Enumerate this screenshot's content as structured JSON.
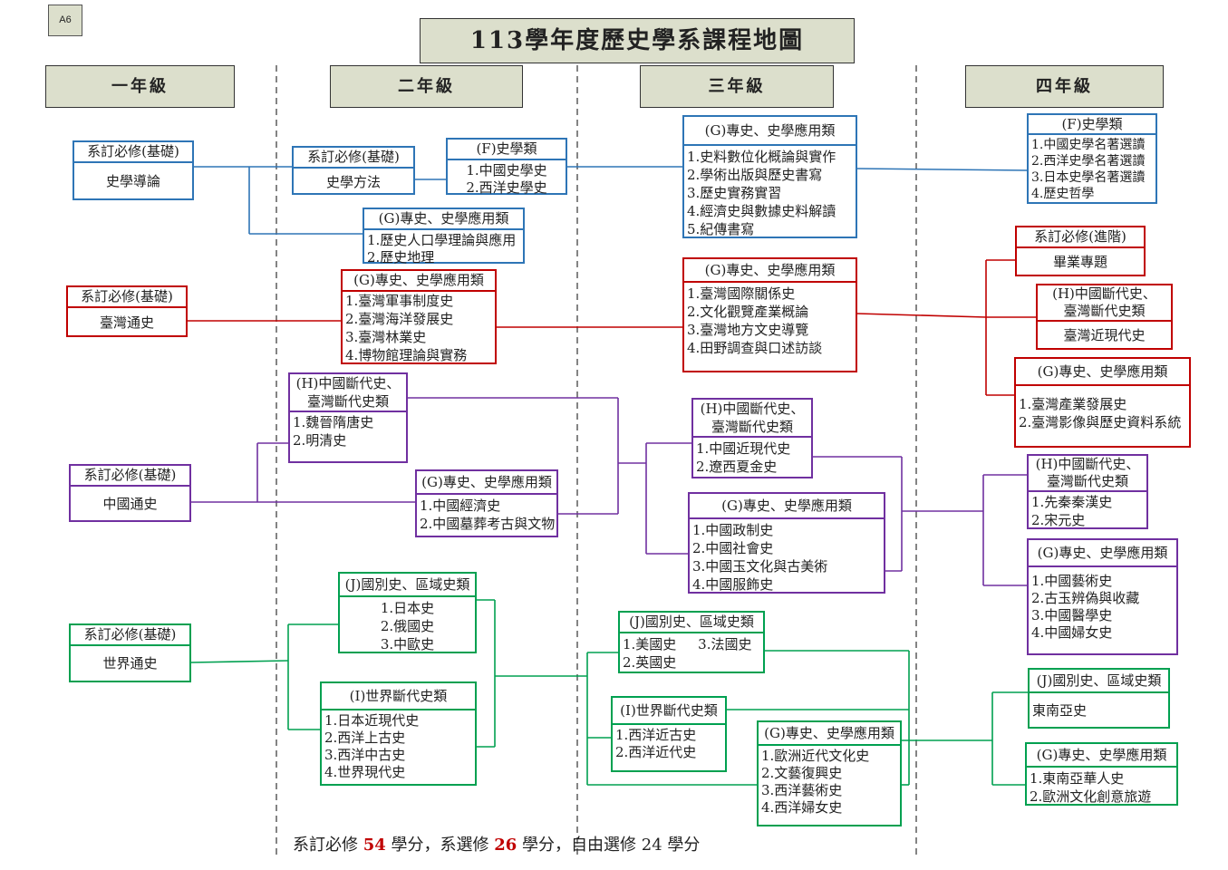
{
  "tag": "A6",
  "title": "113學年度歷史學系課程地圖",
  "years": [
    "一年級",
    "二年級",
    "三年級",
    "四年級"
  ],
  "boxes": {
    "y1_intro": {
      "head": "系訂必修(基礎)",
      "body": "史學導論"
    },
    "y1_taiwan": {
      "head": "系訂必修(基礎)",
      "body": "臺灣通史"
    },
    "y1_china": {
      "head": "系訂必修(基礎)",
      "body": "中國通史"
    },
    "y1_world": {
      "head": "系訂必修(基礎)",
      "body": "世界通史"
    },
    "y2_method": {
      "head": "系訂必修(基礎)",
      "body": "史學方法"
    },
    "y2_f": {
      "head": "(F)史學類",
      "body": "1.中國史學史\n2.西洋史學史"
    },
    "y2_g1": {
      "head": "(G)專史、史學應用類",
      "body": "1.歷史人口學理論與應用\n2.歷史地理"
    },
    "y2_g2": {
      "head": "(G)專史、史學應用類",
      "body": "1.臺灣軍事制度史\n2.臺灣海洋發展史\n3.臺灣林業史\n4.博物館理論與實務"
    },
    "y2_h": {
      "head": "(H)中國斷代史、\n臺灣斷代史類",
      "body": "1.魏晉隋唐史\n2.明清史"
    },
    "y2_g3": {
      "head": "(G)專史、史學應用類",
      "body": "1.中國經濟史\n2.中國墓葬考古與文物"
    },
    "y2_j": {
      "head": "(J)國別史、區域史類",
      "body": "1.日本史\n2.俄國史\n3.中歐史"
    },
    "y2_i": {
      "head": "(I)世界斷代史類",
      "body": "1.日本近現代史\n2.西洋上古史\n3.西洋中古史\n4.世界現代史"
    },
    "y3_g1": {
      "head": "(G)專史、史學應用類",
      "body": "1.史料數位化概論與實作\n2.學術出版與歷史書寫\n3.歷史實務實習\n4.經濟史與數據史料解讀\n5.紀傳書寫"
    },
    "y3_g2": {
      "head": "(G)專史、史學應用類",
      "body": "1.臺灣國際關係史\n2.文化觀覽產業概論\n3.臺灣地方文史導覽\n4.田野調查與口述訪談"
    },
    "y3_h": {
      "head": "(H)中國斷代史、\n臺灣斷代史類",
      "body": "1.中國近現代史\n2.遼西夏金史"
    },
    "y3_g3": {
      "head": "(G)專史、史學應用類",
      "body": "1.中國政制史\n2.中國社會史\n3.中國玉文化與古美術\n4.中國服飾史"
    },
    "y3_j": {
      "head": "(J)國別史、區域史類",
      "body": "1.美國史     3.法國史\n2.英國史"
    },
    "y3_i": {
      "head": "(I)世界斷代史類",
      "body": "1.西洋近古史\n2.西洋近代史"
    },
    "y3_g4": {
      "head": "(G)專史、史學應用類",
      "body": "1.歐洲近代文化史\n2.文藝復興史\n3.西洋藝術史\n4.西洋婦女史"
    },
    "y4_f": {
      "head": "(F)史學類",
      "body": "1.中國史學名著選讀\n2.西洋史學名著選讀\n3.日本史學名著選讀\n4.歷史哲學"
    },
    "y4_adv": {
      "head": "系訂必修(進階)",
      "body": "畢業專題"
    },
    "y4_h1": {
      "head": "(H)中國斷代史、\n臺灣斷代史類",
      "body": "臺灣近現代史"
    },
    "y4_g1": {
      "head": "(G)專史、史學應用類",
      "body": "1.臺灣產業發展史\n2.臺灣影像與歷史資料系統"
    },
    "y4_h2": {
      "head": "(H)中國斷代史、\n臺灣斷代史類",
      "body": "1.先秦秦漢史\n2.宋元史"
    },
    "y4_g2": {
      "head": "(G)專史、史學應用類",
      "body": "1.中國藝術史\n2.古玉辨偽與收藏\n3.中國醫學史\n4.中國婦女史"
    },
    "y4_j": {
      "head": "(J)國別史、區域史類",
      "body": "東南亞史"
    },
    "y4_g3": {
      "head": "(G)專史、史學應用類",
      "body": "1.東南亞華人史\n2.歐洲文化創意旅遊"
    }
  },
  "footer": {
    "p1": "系訂必修 ",
    "n1": "54",
    "p2": " 學分，系選修 ",
    "n2": "26",
    "p3": " 學分，自由選修 24 學分"
  },
  "colors": {
    "blue": "#2e75b6",
    "red": "#c00000",
    "purple": "#7030a0",
    "green": "#00a050",
    "header_fill": "#dcdfcc"
  }
}
